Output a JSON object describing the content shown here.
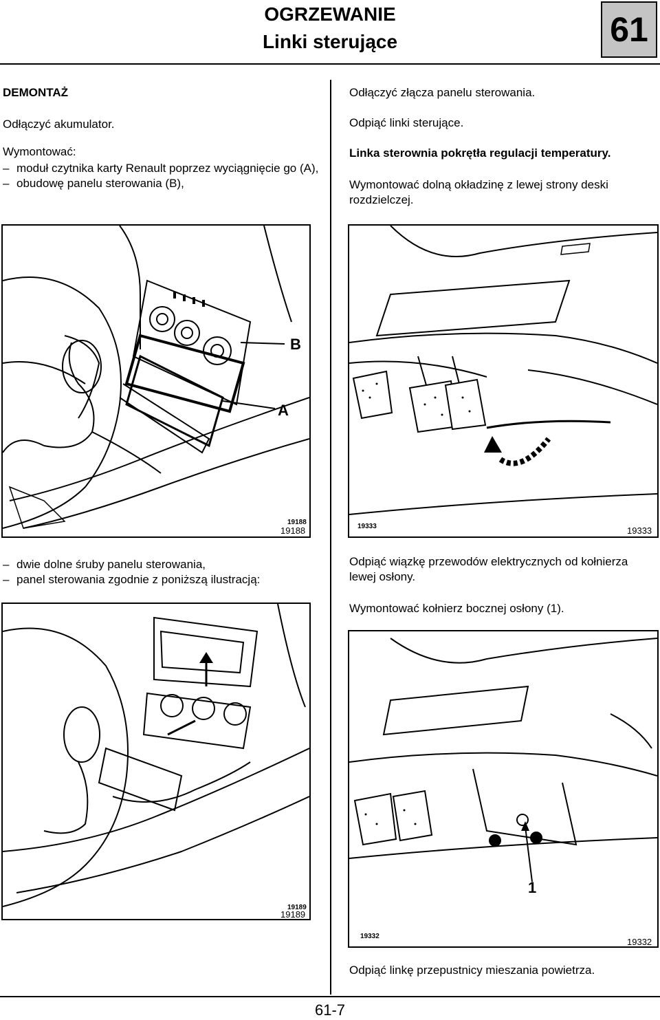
{
  "header": {
    "title": "OGRZEWANIE",
    "subtitle": "Linki sterujące",
    "chapter": "61"
  },
  "left": {
    "heading": "DEMONTAŻ",
    "p1": "Odłączyć akumulator.",
    "p2": "Wymontować:",
    "list1": [
      "moduł czytnika karty Renault poprzez wyciągnięcie go (A),",
      "obudowę panelu sterowania (B),"
    ],
    "fig1": {
      "number": "19188",
      "label_b": "B",
      "label_a": "A"
    },
    "list2": [
      "dwie dolne śruby panelu sterowania,",
      "panel sterowania zgodnie z poniższą ilustracją:"
    ],
    "fig2": {
      "number": "19189"
    }
  },
  "right": {
    "p1": "Odłączyć złącza panelu sterowania.",
    "p2": "Odpiąć linki sterujące.",
    "p3": "Linka sterownia pokrętła regulacji temperatury.",
    "p4": "Wymontować dolną okładzinę z lewej strony deski rozdzielczej.",
    "fig3": {
      "number": "19333"
    },
    "p5": "Odpiąć wiązkę przewodów elektrycznych od kołnierza lewej osłony.",
    "p6": "Wymontować kołnierz bocznej osłony (1).",
    "fig4": {
      "number": "19332",
      "label_1": "1"
    },
    "p7": "Odpiąć linkę przepustnicy mieszania powietrza."
  },
  "footer": {
    "page": "61-7"
  }
}
